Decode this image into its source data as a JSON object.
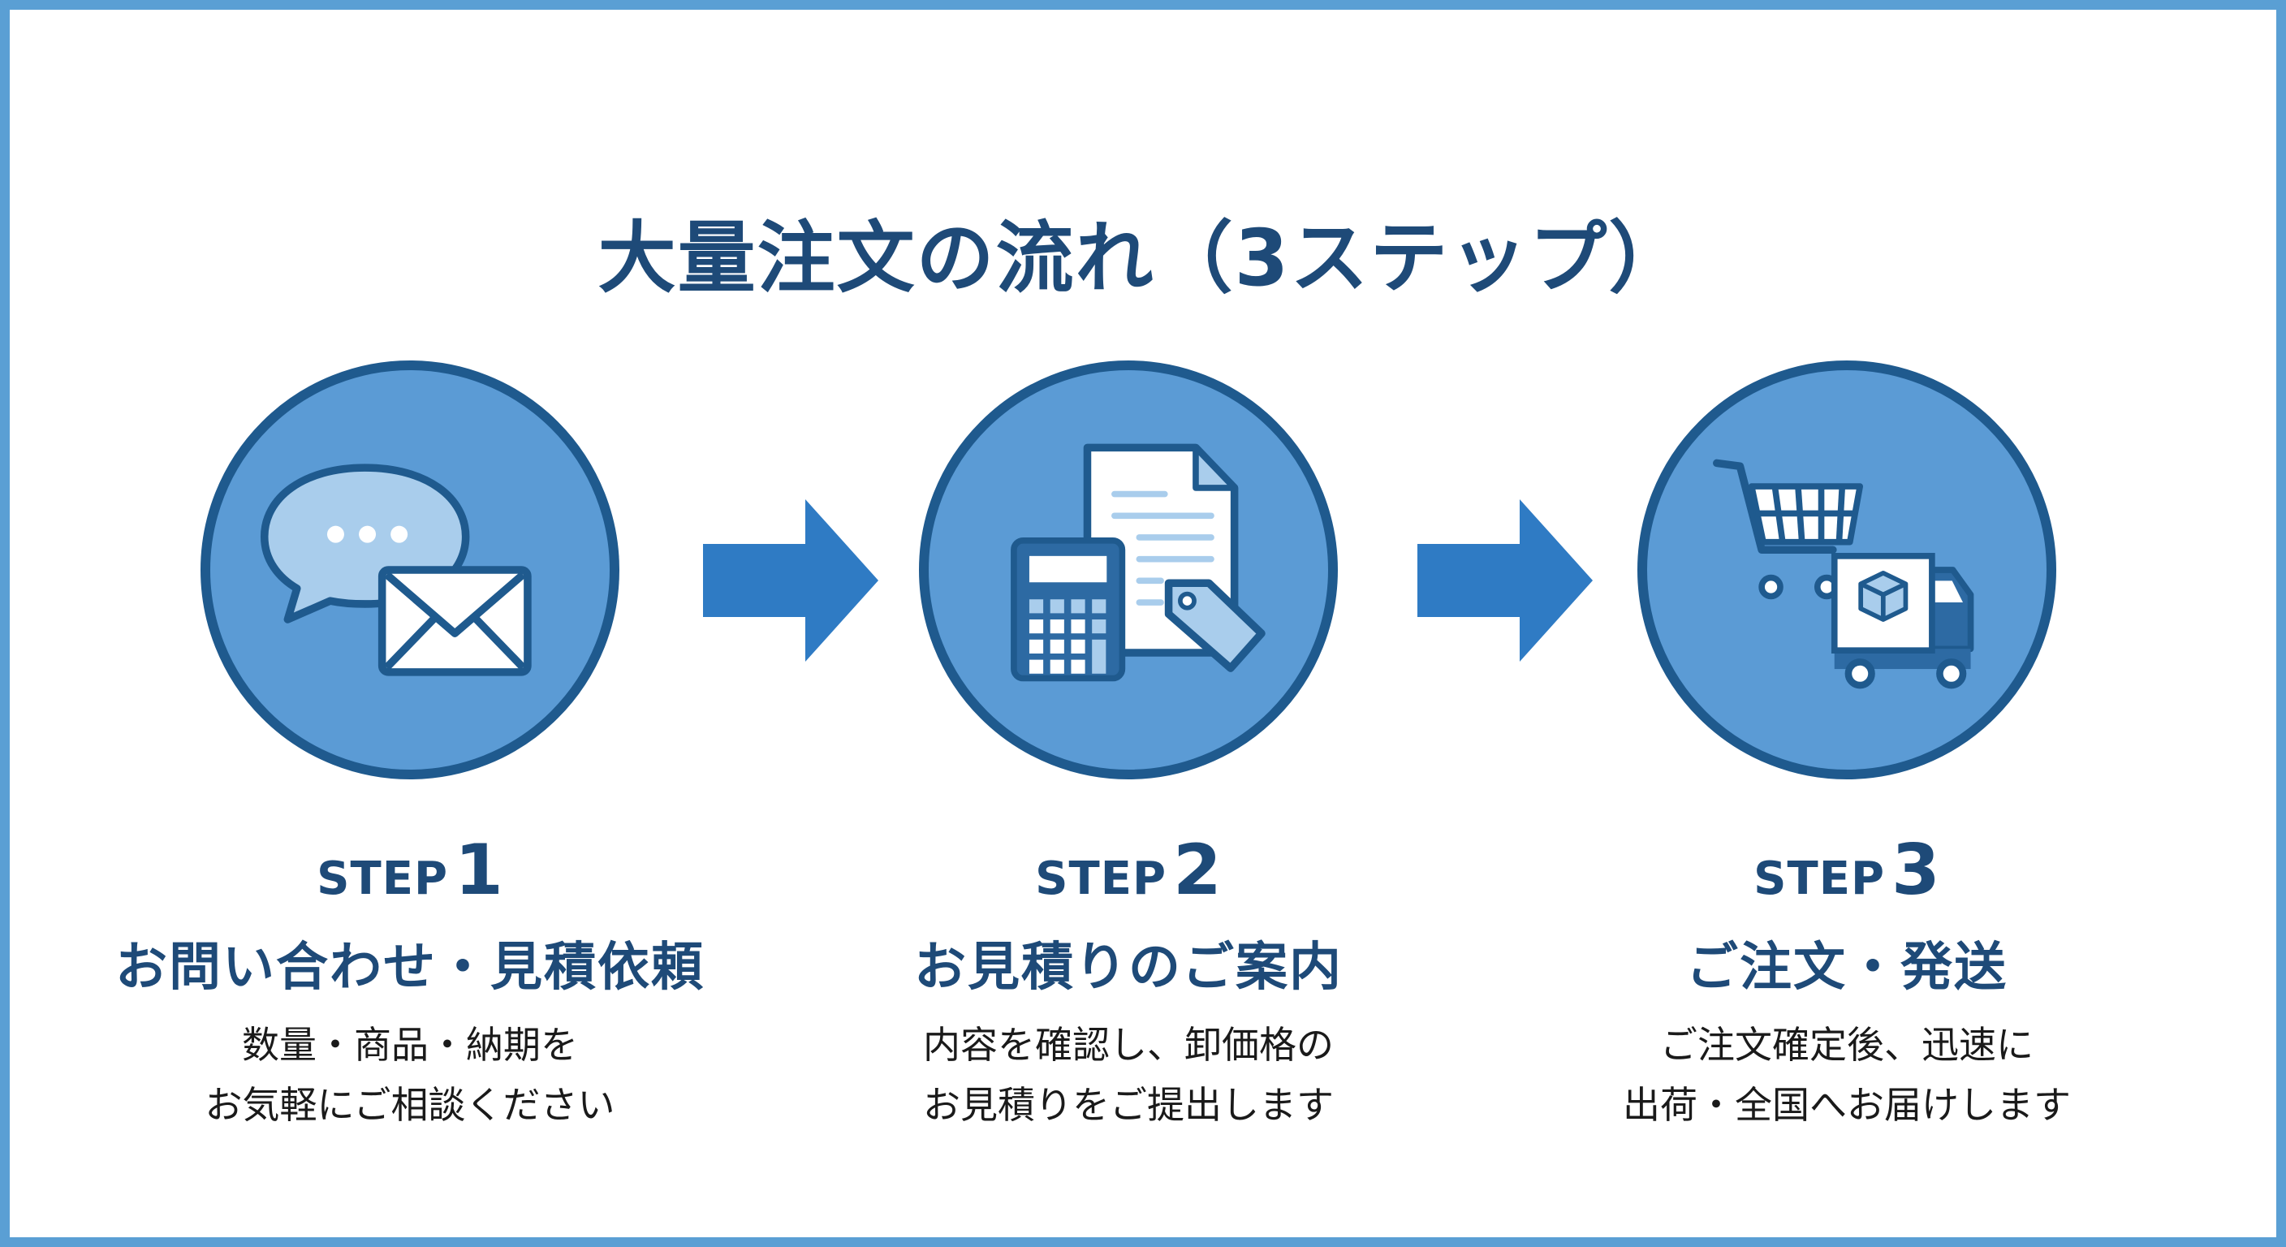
{
  "title": "大量注文の流れ（3ステップ）",
  "colors": {
    "border": "#5a9fd4",
    "circle_fill": "#5b9bd5",
    "circle_stroke": "#1f5a8e",
    "arrow": "#2f7bc4",
    "heading_text": "#1e4a78",
    "body_text": "#1a1a1a"
  },
  "steps": [
    {
      "word": "STEP",
      "number": "1",
      "heading": "お問い合わせ・見積依頼",
      "desc_line1": "数量・商品・納期を",
      "desc_line2": "お気軽にご相談ください",
      "icon": "chat-bubble-and-envelope-icon"
    },
    {
      "word": "STEP",
      "number": "2",
      "heading": "お見積りのご案内",
      "desc_line1": "内容を確認し、卸価格の",
      "desc_line2": "お見積りをご提出します",
      "icon": "calculator-document-price-tag-icon"
    },
    {
      "word": "STEP",
      "number": "3",
      "heading": "ご注文・発送",
      "desc_line1": "ご注文確定後、迅速に",
      "desc_line2": "出荷・全国へお届けします",
      "icon": "shopping-cart-and-delivery-truck-icon"
    }
  ],
  "arrows": [
    "right-arrow",
    "right-arrow"
  ]
}
